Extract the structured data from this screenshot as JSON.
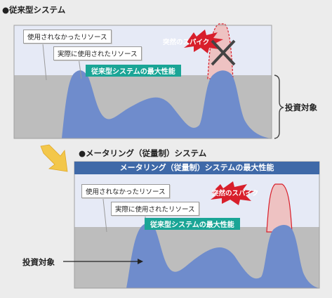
{
  "top": {
    "heading": "●従来型システム",
    "unused_label": "使用されなかったリソース",
    "used_label": "実際に使用されたリソース",
    "max_perf_label": "従来型システムの最大性能",
    "spike_label": "突然のスパイク",
    "investment_label": "投資対象"
  },
  "bottom": {
    "heading": "●メータリング（従量制）システム",
    "banner": "メータリング（従量制）システムの最大性能",
    "unused_label": "使用されなかったリソース",
    "used_label": "実際に使用されたリソース",
    "max_perf_label": "従来型システムの最大性能",
    "spike_label": "突然のスパイク",
    "investment_label": "投資対象"
  },
  "colors": {
    "usage_fill": "#6f8ccc",
    "capacity_band": "#bdbdbd",
    "headroom": "#e6eaf6",
    "spike_fill": "#eec2c2",
    "spike_star": "#d81f2b",
    "max_perf": "#1aa596",
    "banner": "#3f69a8",
    "arrow": "#f3c74a"
  },
  "icons": [
    "cross-icon",
    "diagonal-arrow-icon",
    "bracket-icon",
    "pointer-arrow-icon"
  ]
}
